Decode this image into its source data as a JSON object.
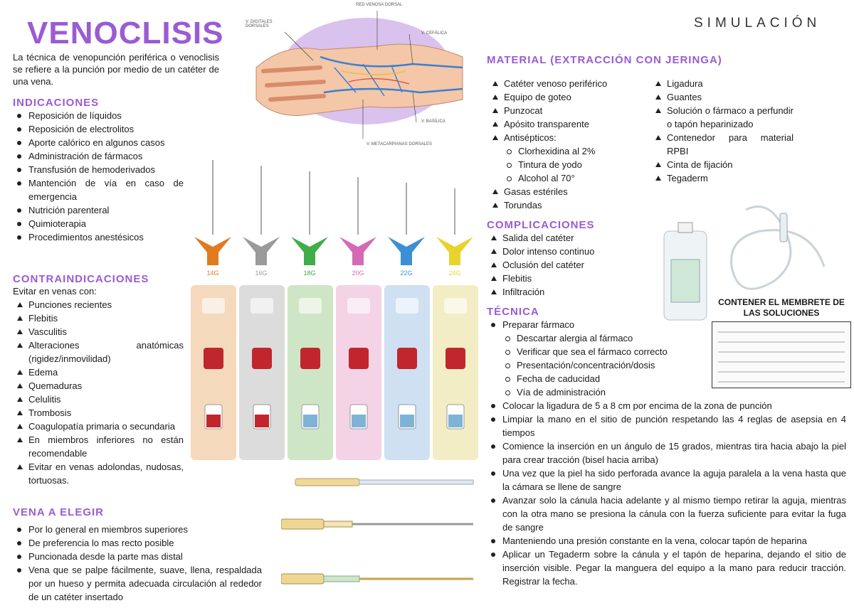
{
  "title": "VENOCLISIS",
  "header_right": "SIMULACIÓN",
  "intro": "La técnica de venopunción periférica o venoclisis se refiere a la punción por medio de un catéter de una vena.",
  "indicaciones": {
    "heading": "INDICACIONES",
    "items": [
      "Reposición de líquidos",
      "Reposición de electrolitos",
      "Aporte calórico en algunos casos",
      "Administración de fármacos",
      "Transfusión de hemoderivados",
      "Mantención de vía en caso de emergencia",
      "Nutrición parenteral",
      "Quimioterapia",
      "Procedimientos anestésicos"
    ]
  },
  "contraindicaciones": {
    "heading": "CONTRAINDICACIONES",
    "lead": "Evitar en venas con:",
    "items": [
      "Punciones recientes",
      "Flebitis",
      "Vasculitis",
      "Alteraciones anatómicas (rigidez/inmovilidad)",
      "Edema",
      "Quemaduras",
      "Celulitis",
      "Trombosis",
      "Coagulopatía primaria o secundaria",
      "En miembros inferiores no están recomendable",
      "Evitar en venas adolondas, nudosas, tortuosas."
    ]
  },
  "vena": {
    "heading": "VENA A ELEGIR",
    "items": [
      "Por lo general en miembros superiores",
      "De preferencia lo mas recto posible",
      "Puncionada desde la parte mas distal",
      "Vena que se palpe fácilmente, suave, llena, respaldada por un hueso y permita adecuada circulación al rededor de un catéter insertado"
    ]
  },
  "hand_labels": {
    "digitales": "V. DIGITALES DORSALES",
    "red": "RED VENOSA DORSAL",
    "cefalica": "V. CEFÁLICA",
    "basilica": "V. BASÍLICA",
    "metacarpianas": "V. METACARPIANAS DORSALES"
  },
  "gauges": [
    "14G",
    "16G",
    "18G",
    "20G",
    "22G",
    "24G"
  ],
  "gauge_colors": [
    "#e07b1f",
    "#9a9a9a",
    "#3fae49",
    "#d46ab5",
    "#3c8fd4",
    "#e9d22c"
  ],
  "card_colors": [
    "#f5d9bd",
    "#dcdcdc",
    "#cfe6c6",
    "#f4d3e6",
    "#cfe0f2",
    "#f2edc4"
  ],
  "material": {
    "heading": "MATERIAL (EXTRACCIÓN CON JERINGA)",
    "col1": [
      {
        "t": "Catéter venoso periférico",
        "sub": false
      },
      {
        "t": "Equipo de goteo",
        "sub": false
      },
      {
        "t": "Punzocat",
        "sub": false
      },
      {
        "t": "Apósito transparente",
        "sub": false
      },
      {
        "t": "Antisépticos:",
        "sub": false
      },
      {
        "t": "Clorhexidina al 2%",
        "sub": true
      },
      {
        "t": "Tintura de yodo",
        "sub": true
      },
      {
        "t": "Alcohol al 70°",
        "sub": true
      },
      {
        "t": "Gasas estériles",
        "sub": false
      },
      {
        "t": "Torundas",
        "sub": false
      }
    ],
    "col2": [
      "Ligadura",
      "Guantes",
      "Solución o fármaco a perfundir o tapón heparinizado",
      "Contenedor para material RPBI",
      "Cinta de fijación",
      "Tegaderm"
    ]
  },
  "complicaciones": {
    "heading": "COMPLICACIONES",
    "items": [
      "Salida del catéter",
      "Dolor intenso continuo",
      "Oclusión del catéter",
      "Flebitis",
      "Infiltración"
    ]
  },
  "tecnica": {
    "heading": "TÉCNICA",
    "first": "Preparar fármaco",
    "subs": [
      "Descartar alergia al fármaco",
      "Verificar que sea el fármaco correcto",
      "Presentación/concentración/dosis",
      "Fecha de caducidad",
      "Vía de administración"
    ],
    "items": [
      "Colocar la ligadura de 5 a 8 cm por encima de la zona de punción",
      "Limpiar la mano en el sitio de punción respetando las 4 reglas de asepsia en 4 tiempos",
      "Comience la inserción en un ángulo de 15 grados, mientras tira hacia abajo la piel para crear tracción (bisel hacia arriba)",
      "Una vez que la piel ha sido perforada avance la aguja paralela a la vena hasta que la cámara se llene de sangre",
      "Avanzar solo la cánula hacia adelante y al mismo tiempo retirar la aguja, mientras con la otra mano se presiona la cánula con la fuerza suficiente para evitar la fuga de sangre",
      "Manteniendo una presión constante en la vena, colocar tapón de heparina",
      "Aplicar un Tegaderm sobre la cánula y el tapón de heparina, dejando el sitio de inserción visible. Pegar la manguera del equipo a la mano para reducir tracción. Registrar la fecha."
    ]
  },
  "membrete": {
    "heading": "CONTENER EL MEMBRETE DE LAS SOLUCIONES"
  }
}
